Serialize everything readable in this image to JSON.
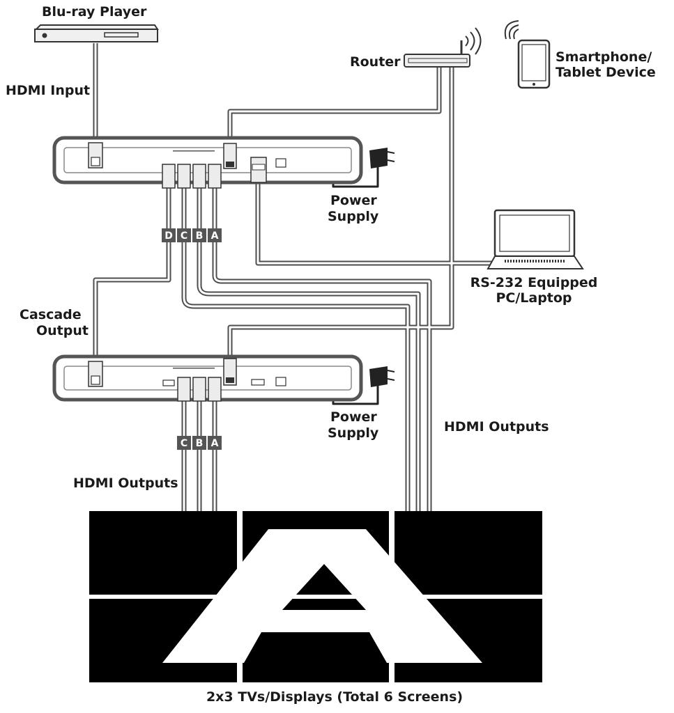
{
  "labels": {
    "bluray_player": "Blu-ray Player",
    "hdmi_input": "HDMI Input",
    "router": "Router",
    "smartphone_line1": "Smartphone/",
    "smartphone_line2": "Tablet Device",
    "power_supply_line1": "Power",
    "power_supply_line2": "Supply",
    "rs232_line1": "RS-232 Equipped",
    "rs232_line2": "PC/Laptop",
    "cascade_line1": "Cascade",
    "cascade_line2": "Output",
    "hdmi_outputs": "HDMI Outputs",
    "displays": "2x3 TVs/Displays (Total 6 Screens)"
  },
  "port_tags_top": [
    "D",
    "C",
    "B",
    "A"
  ],
  "port_tags_bottom": [
    "C",
    "B",
    "A"
  ],
  "colors": {
    "cable_fill": "#ffffff",
    "cable_outline": "#4d4d4d",
    "device_fill": "#e6e6e6",
    "unit_border": "#555555",
    "screen": "#000000",
    "tag_fill": "#555555"
  }
}
